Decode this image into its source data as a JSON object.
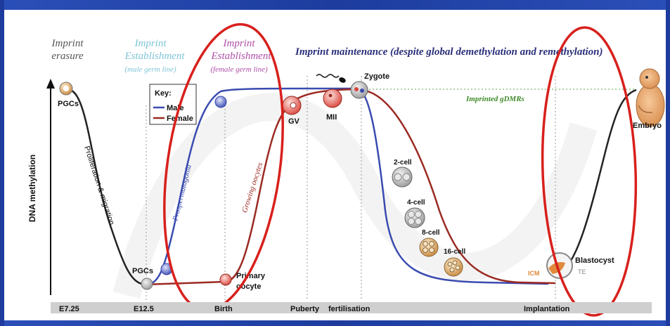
{
  "headings": {
    "erasure": [
      "Imprint",
      "erasure"
    ],
    "male_establishment": [
      "Imprint",
      "Establishment",
      "(male germ line)"
    ],
    "female_establishment": [
      "Imprint",
      "Establishment",
      "(female germ line)"
    ],
    "maintenance": "Imprint maintenance (despite global demethylation and remethylation)"
  },
  "y_axis_label": "DNA methylation",
  "key": {
    "title": "Key:",
    "male": "Male",
    "female": "Female"
  },
  "curve_labels": {
    "proliferation": "Proliferation & migration",
    "prospermatogonia": "Prospermatogonia",
    "growing_oocytes": "Growing oocytes",
    "imprinted_gdmrs": "Imprinted gDMRs"
  },
  "stage_labels": {
    "pgcs_top": "PGCs",
    "pgcs_bottom": "PGCs",
    "gv": "GV",
    "mii": "MII",
    "zygote": "Zygote",
    "two_cell": "2-cell",
    "four_cell": "4-cell",
    "eight_cell": "8-cell",
    "sixteen_cell": "16-cell",
    "primary_oocyte": [
      "Primary",
      "oocyte"
    ],
    "blastocyst": "Blastocyst",
    "icm": "ICM",
    "te": "TE",
    "embryo": "Embryo"
  },
  "timeline": {
    "e725": "E7.25",
    "e125": "E12.5",
    "birth": "Birth",
    "puberty": "Puberty",
    "fertilisation": "fertilisation",
    "implantation": "Implantation"
  },
  "colors": {
    "male": "#3a4bb0",
    "female": "#9b2a22",
    "common": "#222222",
    "highlight": "#d8201c",
    "erasure_heading": "#555555",
    "male_heading": "#7fc4d6",
    "female_heading": "#b04fa8",
    "maintenance_heading": "#2b2f7a",
    "gdmr_label": "#3f8a2a",
    "frame": "#1a3a9a"
  }
}
